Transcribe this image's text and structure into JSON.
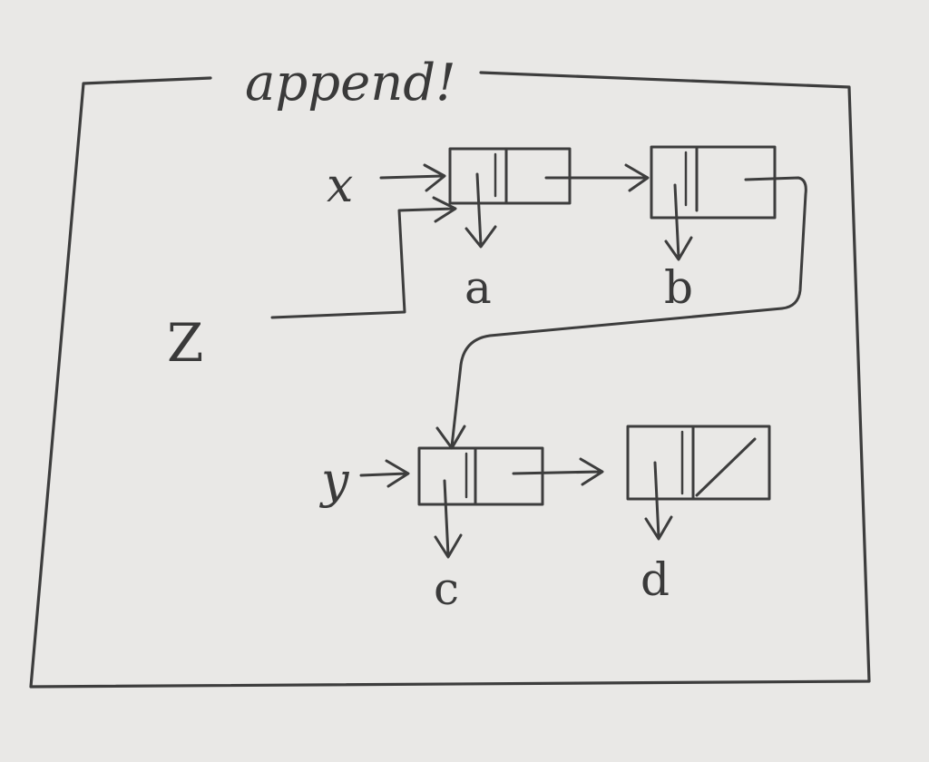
{
  "title": "append!",
  "pointer_labels": {
    "x": "x",
    "y": "y",
    "z": "Z"
  },
  "cells": {
    "a": "a",
    "b": "b",
    "c": "c",
    "d": "d"
  },
  "colors": {
    "paper": "#e9e8e6",
    "ink": "#3d3d3d"
  }
}
